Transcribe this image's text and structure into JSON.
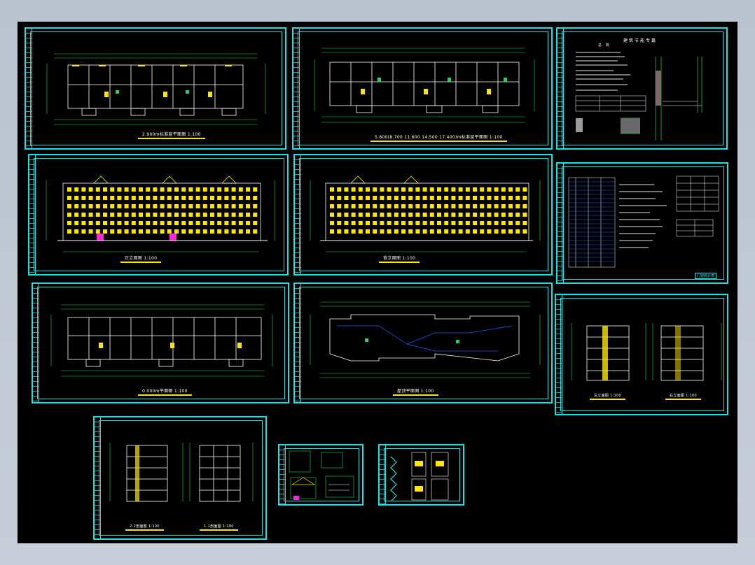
{
  "captions": {
    "plan_2": "2.900m标准层平面图 1:100",
    "plan_std": "5.800(8.700 11.600 14.500 17.400)m标准层平面图 1:100",
    "energy_title": "建筑节能专篇",
    "energy_sub": "总 则",
    "elev_front": "正立面图 1:100",
    "elev_back": "背立面图 1:100",
    "doors_label": "门窗统计表",
    "plan_ground": "0.000m平面图 1:100",
    "plan_roof": "屋顶平面图 1:100",
    "elev_side_l": "左立面图 1:100",
    "elev_side_r": "右立面图 1:100",
    "sec_2": "2-2剖面图 1:100",
    "sec_1": "1-1剖面图 1:100"
  },
  "colors": {
    "frame": "#1ee0e0",
    "dimension": "#22d84a",
    "wall": "#ffffff",
    "window": "#ffe600",
    "accent": "#ff2ad4"
  }
}
